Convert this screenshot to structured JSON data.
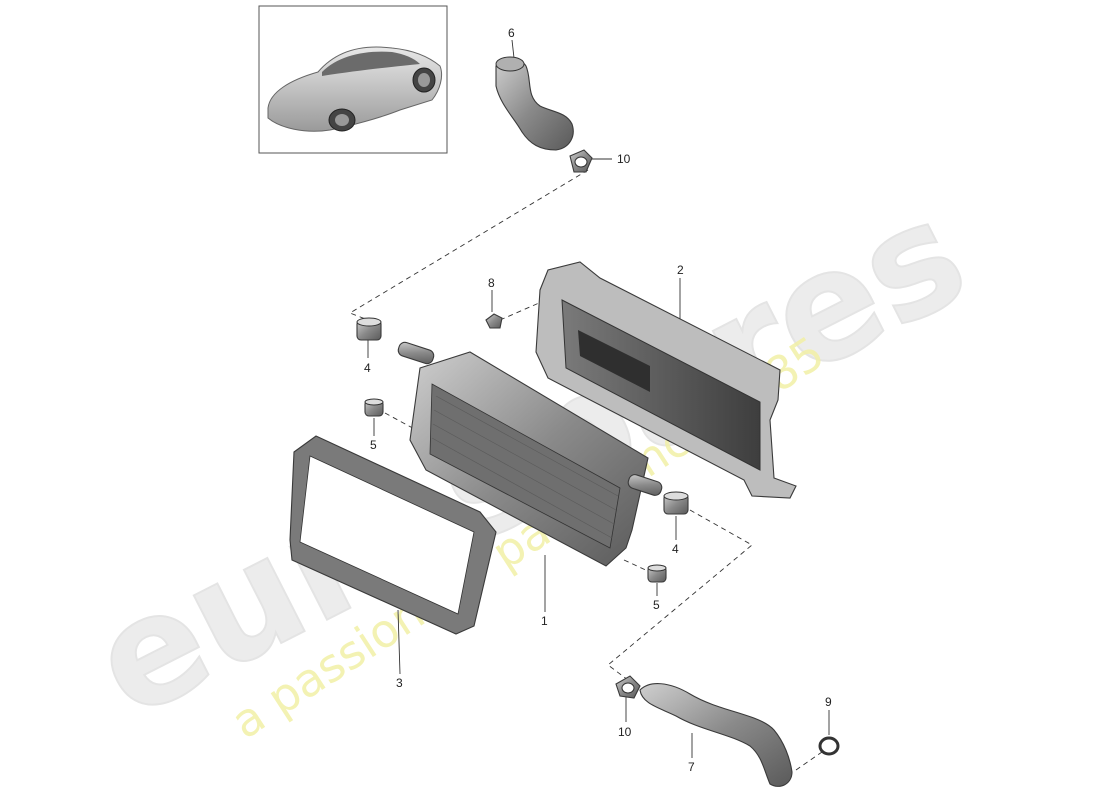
{
  "watermark": {
    "brand": "eurospares",
    "tagline": "a passion for parts since 1985"
  },
  "callouts": [
    {
      "id": "1",
      "label": "1"
    },
    {
      "id": "2",
      "label": "2"
    },
    {
      "id": "3",
      "label": "3"
    },
    {
      "id": "4a",
      "label": "4"
    },
    {
      "id": "4b",
      "label": "4"
    },
    {
      "id": "5a",
      "label": "5"
    },
    {
      "id": "5b",
      "label": "5"
    },
    {
      "id": "6",
      "label": "6"
    },
    {
      "id": "7",
      "label": "7"
    },
    {
      "id": "8",
      "label": "8"
    },
    {
      "id": "9",
      "label": "9"
    },
    {
      "id": "10a",
      "label": "10"
    },
    {
      "id": "10b",
      "label": "10"
    }
  ]
}
